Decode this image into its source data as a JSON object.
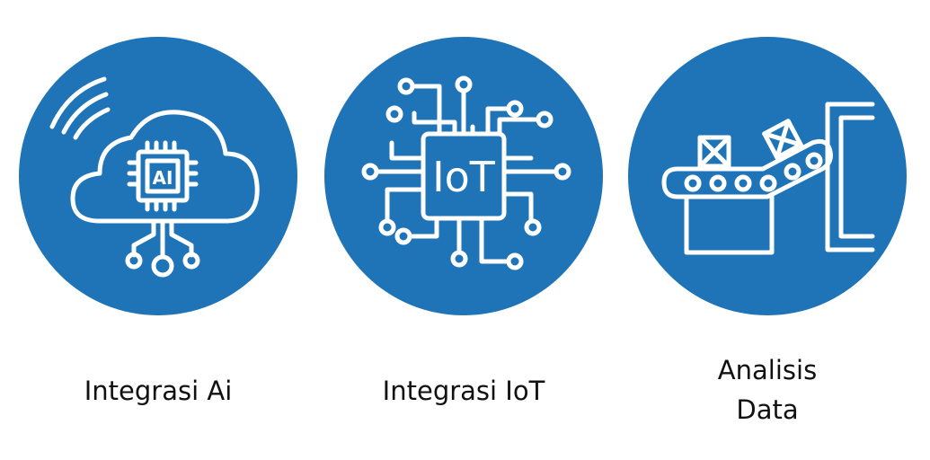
{
  "colors": {
    "circle": "#1f73b7",
    "icon_stroke": "#ffffff",
    "label_text": "#111111"
  },
  "items": [
    {
      "label": "Integrasi Ai",
      "icon": "ai-cloud-chip-icon",
      "chip_text": "AI"
    },
    {
      "label": "Integrasi IoT",
      "icon": "iot-circuit-chip-icon",
      "chip_text": "IoT"
    },
    {
      "label_lines": [
        "Analisis",
        "Data"
      ],
      "icon": "conveyor-belt-icon"
    }
  ]
}
